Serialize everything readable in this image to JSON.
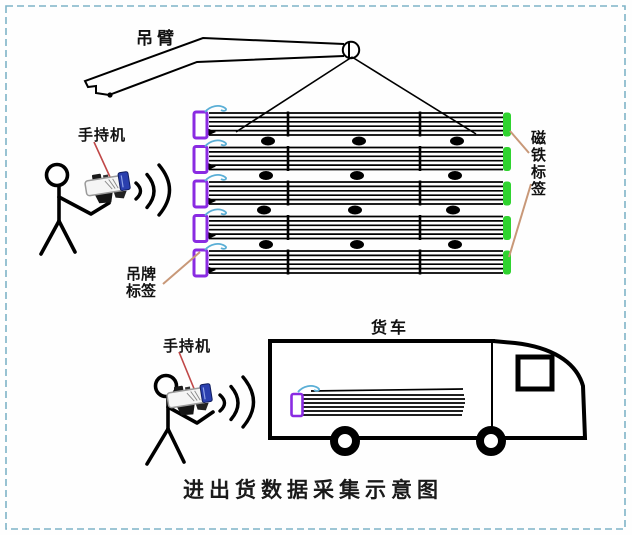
{
  "diagram_title": "进出货数据采集示意图",
  "labels": {
    "crane_arm": "吊臂",
    "handheld_top": "手持机",
    "handheld_bottom": "手持机",
    "hang_tag_line1": "吊牌",
    "hang_tag_line2": "标签",
    "magnet_tag": "磁铁标签",
    "truck": "货车"
  },
  "colors": {
    "frame_border": "#7fb4c7",
    "hang_tag_purple": "#8a2be2",
    "magnet_tag_green": "#2fd32f",
    "hook_wire_cyan": "#5bafd6",
    "leader_tan": "#c89878",
    "leader_red": "#c04848",
    "device_blue": "#2a3fae",
    "ink": "#000000"
  },
  "structure": {
    "bundle_rows": 5,
    "bars_per_bundle": 6,
    "straps_per_bundle": 2,
    "hang_tags": 6,
    "magnet_tags": 5,
    "spacer_rows": 4,
    "workers": 2,
    "handheld_devices": 2,
    "truck_wheels": 2
  }
}
